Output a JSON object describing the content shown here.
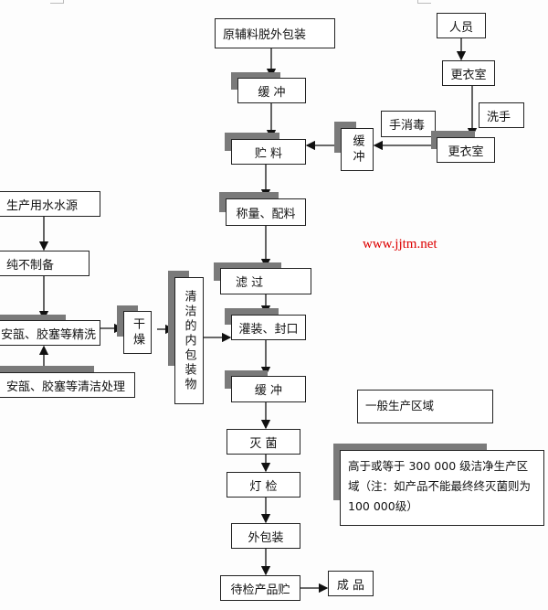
{
  "nodes": {
    "raw_unpack": "原辅料脱外包装",
    "buffer1": "缓  冲",
    "storage": "贮  料",
    "buffer_v": "缓冲",
    "hand_disinfect": "手消毒",
    "hand_wash": "洗手",
    "personnel": "人员",
    "changing1": "更衣室",
    "changing2": "更衣室",
    "weigh": "称量、配料",
    "water_source": "生产用水水源",
    "pure_water": "纯不制备",
    "fine_wash": "安瓿、胶塞等精洗",
    "clean_treat": "安瓿、胶塞等清洁处理",
    "dry": "干燥",
    "inner_pack": "清洁的内包装物",
    "filter": "滤  过",
    "fill_seal": "灌装、封口",
    "buffer2": "缓  冲",
    "sterilize": "灭  菌",
    "light_inspect": "灯  检",
    "outer_pack": "外包装",
    "pending_store": "待检产品贮",
    "finished": "成 品"
  },
  "legend": {
    "general": "一般生产区域",
    "clean": "高于或等于 300 000 级洁净生产区域（注：如产品不能最终终灭菌则为 100 000级）"
  },
  "watermark_url": "www.jjtm.net",
  "colors": {
    "shadow": "#7a7a7a",
    "url": "#dd0000"
  }
}
